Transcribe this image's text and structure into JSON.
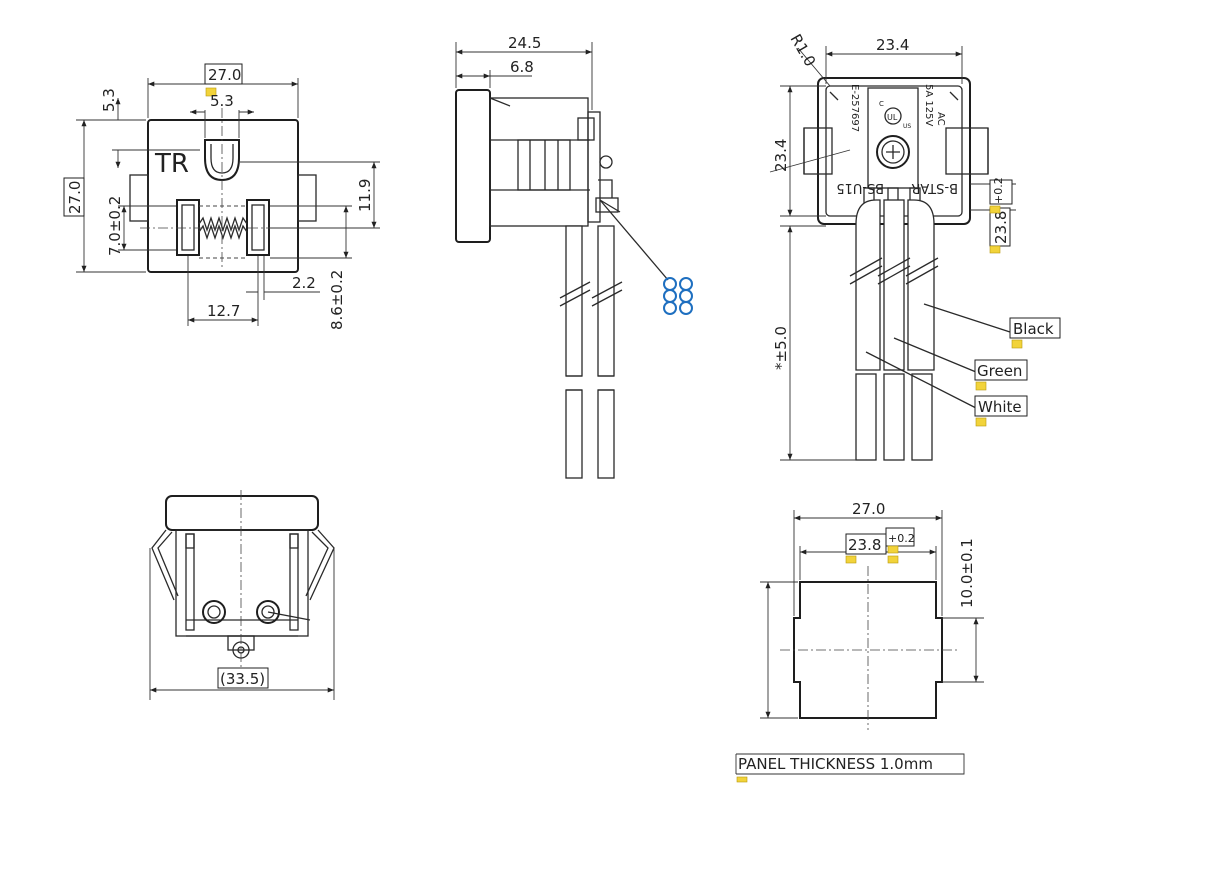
{
  "dimensions": {
    "front_width": "27.0",
    "front_top_offset": "5.3",
    "front_ground_width": "5.3",
    "front_height": "27.0",
    "pin_height": "11.9",
    "spring_height": "7.0±0.2",
    "pin_offset_x": "2.2",
    "pin_offset_y": "8.6±0.2",
    "pin_spacing": "12.7",
    "side_depth": "24.5",
    "side_flange": "6.8",
    "rear_width": "23.4",
    "rear_radius": "R1.0",
    "rear_height": "23.4",
    "rear_height_tol_a": "23.8",
    "rear_height_tol_b": "+0.2",
    "wire_length": "*±5.0",
    "bottom_width": "(33.5)",
    "cutout_width": "27.0",
    "cutout_inner_width": "23.8",
    "cutout_inner_tol": "+0.2",
    "cutout_height": "10.0±0.1"
  },
  "markings": {
    "front_text": "TR",
    "brand": "B-STAR",
    "model": "BS-U15",
    "cert": "E-257697",
    "rating_a": "5A 125V",
    "rating_b": "AC",
    "ul": "UL",
    "us": "US",
    "c": "C"
  },
  "wire_labels": {
    "black": "Black",
    "green": "Green",
    "white": "White"
  },
  "notes": {
    "panel_thickness": "PANEL THICKNESS 1.0mm"
  },
  "colors": {
    "line": "#2a2a2a",
    "stamp": "#1e6fc0",
    "marker": "#f2d33a"
  }
}
